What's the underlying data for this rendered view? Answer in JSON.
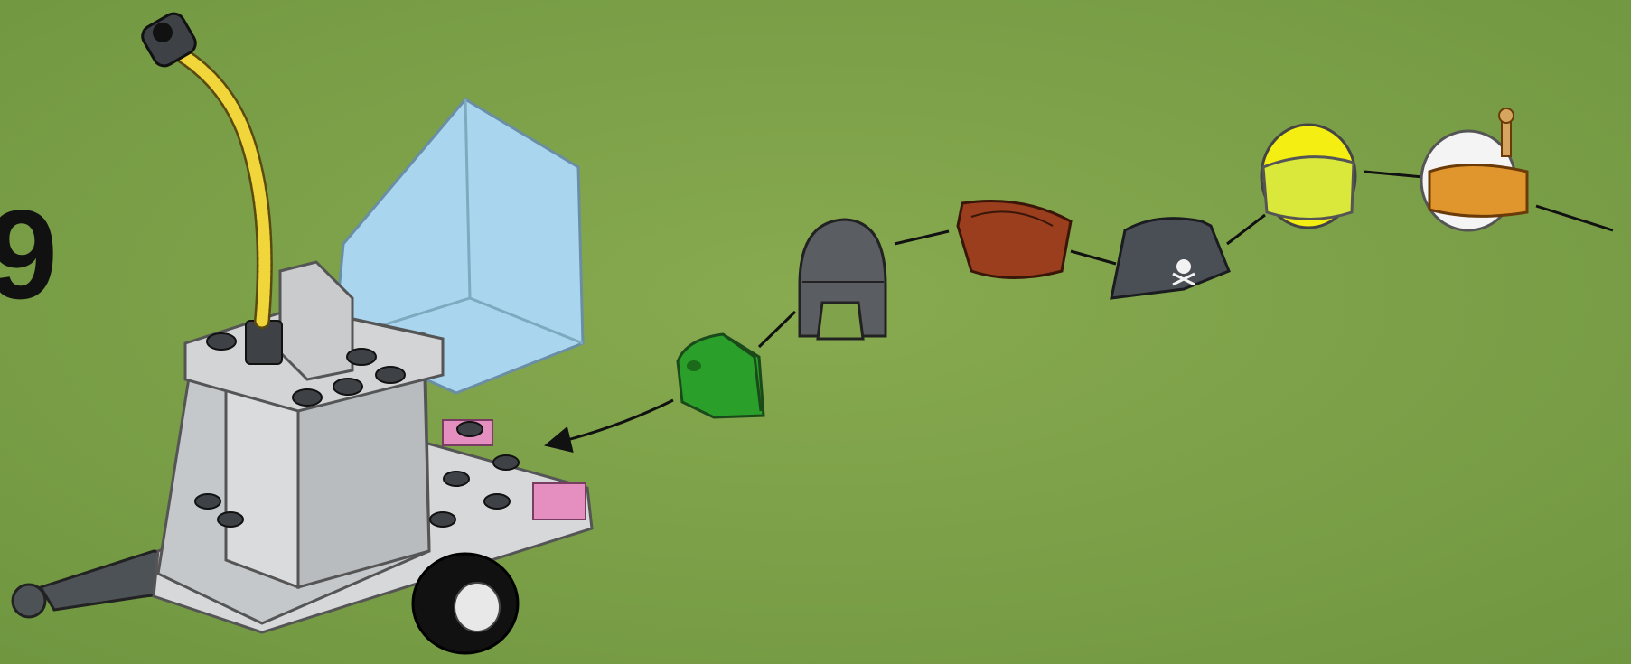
{
  "instruction_page": {
    "step_number": "9",
    "background_color": "#7fa24a",
    "items": [
      {
        "name": "trailer-assembly",
        "color": "#c5c8cb"
      },
      {
        "name": "green-feathered-cap",
        "color": "#2aa02a"
      },
      {
        "name": "dark-gray-knight-helmet",
        "color": "#5a5e62"
      },
      {
        "name": "brown-tricorn-hat",
        "color": "#9a3e1e"
      },
      {
        "name": "black-pirate-bicorne-hat",
        "color": "#4a4e55"
      },
      {
        "name": "yellow-space-helmet",
        "color": "#f4ee12"
      },
      {
        "name": "white-space-helmet-with-antenna",
        "color": "#f4f4f4"
      }
    ]
  }
}
